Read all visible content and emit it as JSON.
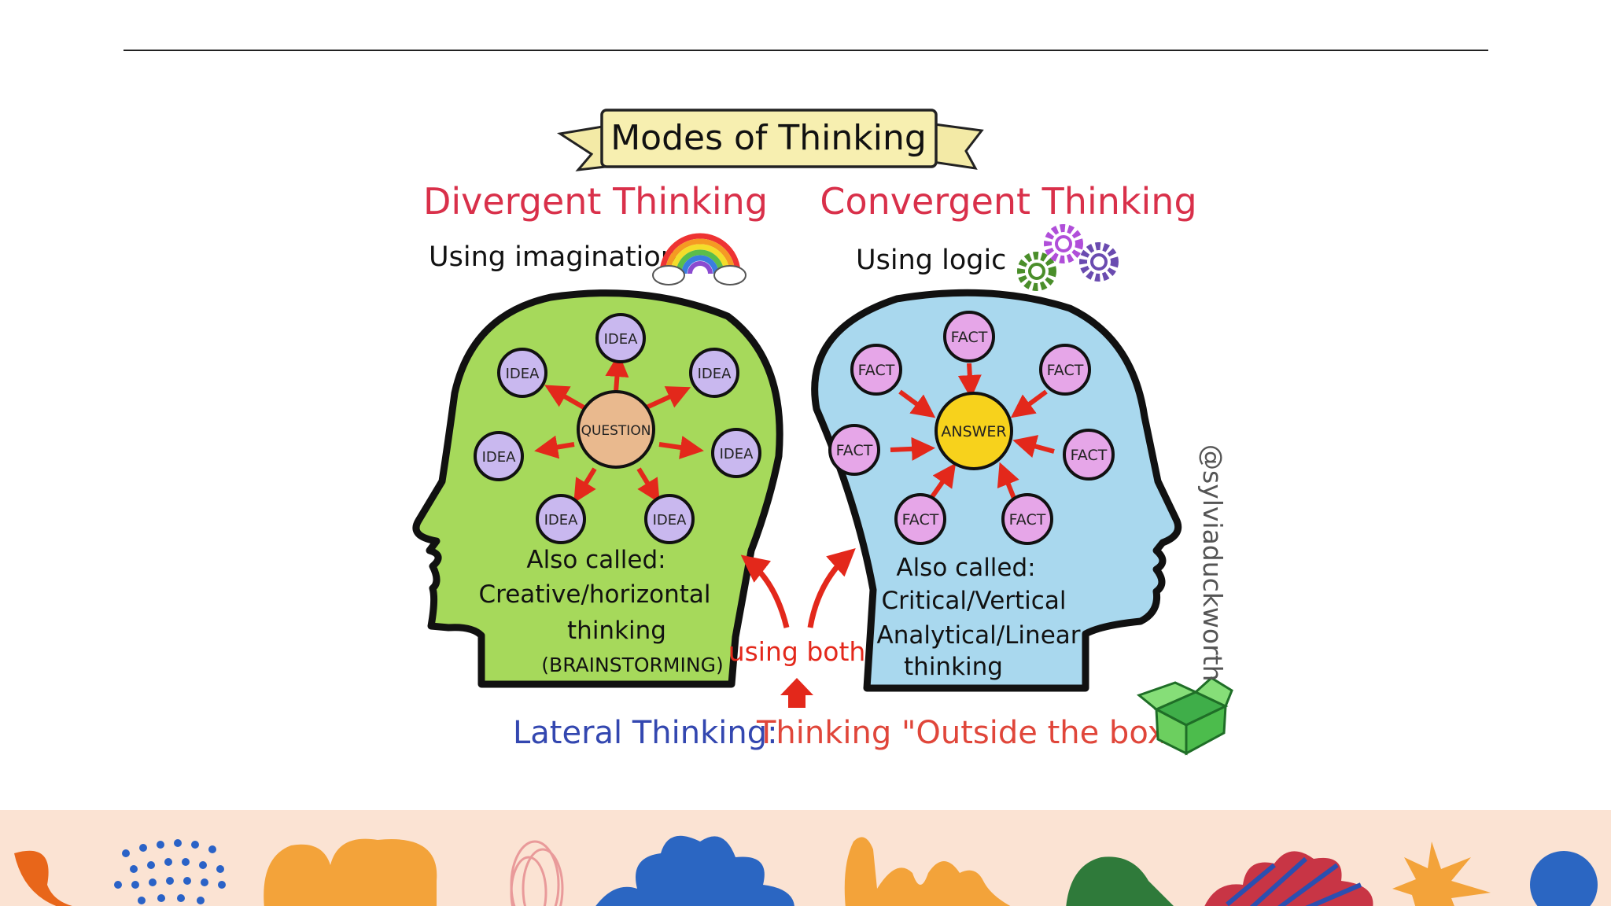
{
  "banner": {
    "title": "Modes of Thinking"
  },
  "divergent": {
    "heading": "Divergent Thinking",
    "subtitle": "Using imagination",
    "center_label": "QUESTION",
    "node_label": "IDEA",
    "also_called": [
      "Also called:",
      "Creative/horizontal",
      "thinking",
      "(BRAINSTORMING)"
    ],
    "colors": {
      "head": "#a6d95b",
      "nodes": "#c9b8ef",
      "center": "#e9b98e",
      "heading": "#d9304a"
    }
  },
  "convergent": {
    "heading": "Convergent Thinking",
    "subtitle": "Using logic",
    "center_label": "ANSWER",
    "node_label": "FACT",
    "also_called": [
      "Also called:",
      "Critical/Vertical",
      "Analytical/Linear",
      "thinking"
    ],
    "colors": {
      "head": "#a9d8ee",
      "nodes": "#e6a6e8",
      "center": "#f7d21c",
      "heading": "#d9304a"
    }
  },
  "middle": {
    "label": "using both"
  },
  "lateral": {
    "label": "Lateral Thinking:",
    "description": "Thinking \"Outside the box\""
  },
  "credit": "@sylviaduckworth",
  "colors": {
    "arrows": "#e3281b",
    "lateral": "#3347b0",
    "outside": "#e0463a",
    "footer_bg": "#fbe3d3"
  }
}
